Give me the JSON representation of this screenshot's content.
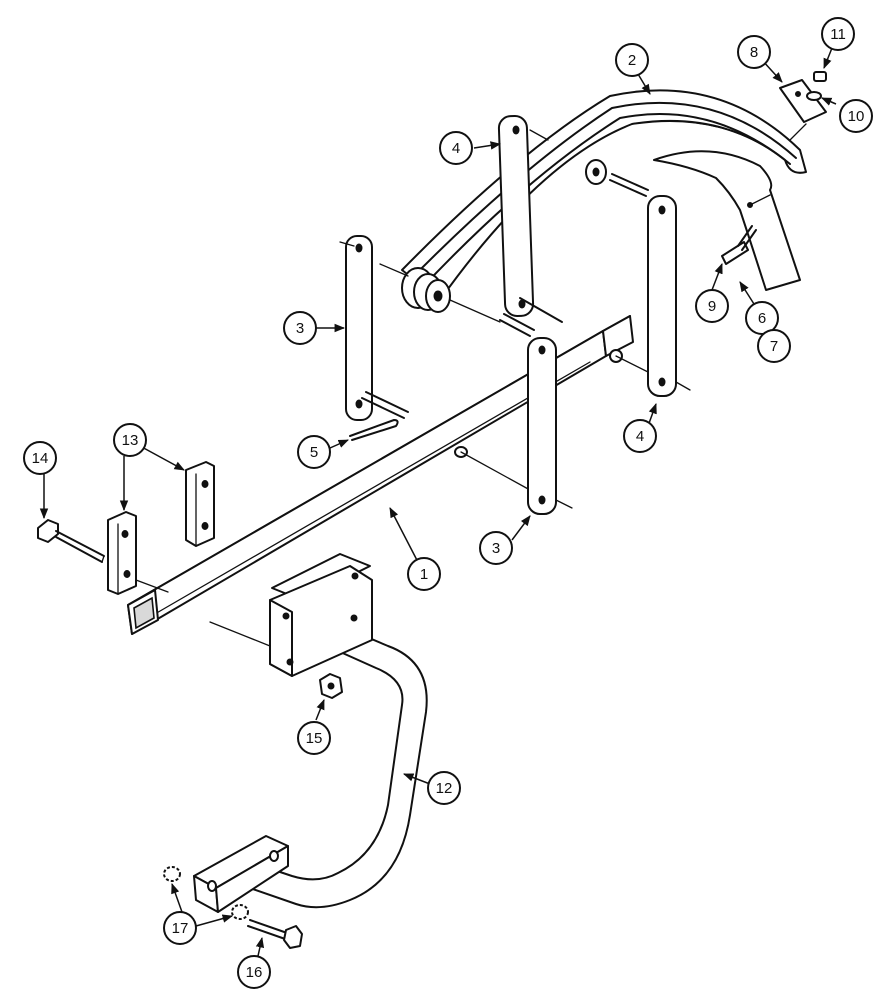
{
  "callouts": [
    {
      "id": "c1",
      "label": "1"
    },
    {
      "id": "c2",
      "label": "2"
    },
    {
      "id": "c3a",
      "label": "3"
    },
    {
      "id": "c3b",
      "label": "3"
    },
    {
      "id": "c4a",
      "label": "4"
    },
    {
      "id": "c4b",
      "label": "4"
    },
    {
      "id": "c5",
      "label": "5"
    },
    {
      "id": "c6",
      "label": "6"
    },
    {
      "id": "c7",
      "label": "7"
    },
    {
      "id": "c8",
      "label": "8"
    },
    {
      "id": "c9",
      "label": "9"
    },
    {
      "id": "c10",
      "label": "10"
    },
    {
      "id": "c11",
      "label": "11"
    },
    {
      "id": "c12",
      "label": "12"
    },
    {
      "id": "c13",
      "label": "13"
    },
    {
      "id": "c14",
      "label": "14"
    },
    {
      "id": "c15",
      "label": "15"
    },
    {
      "id": "c16",
      "label": "16"
    },
    {
      "id": "c17",
      "label": "17"
    }
  ]
}
